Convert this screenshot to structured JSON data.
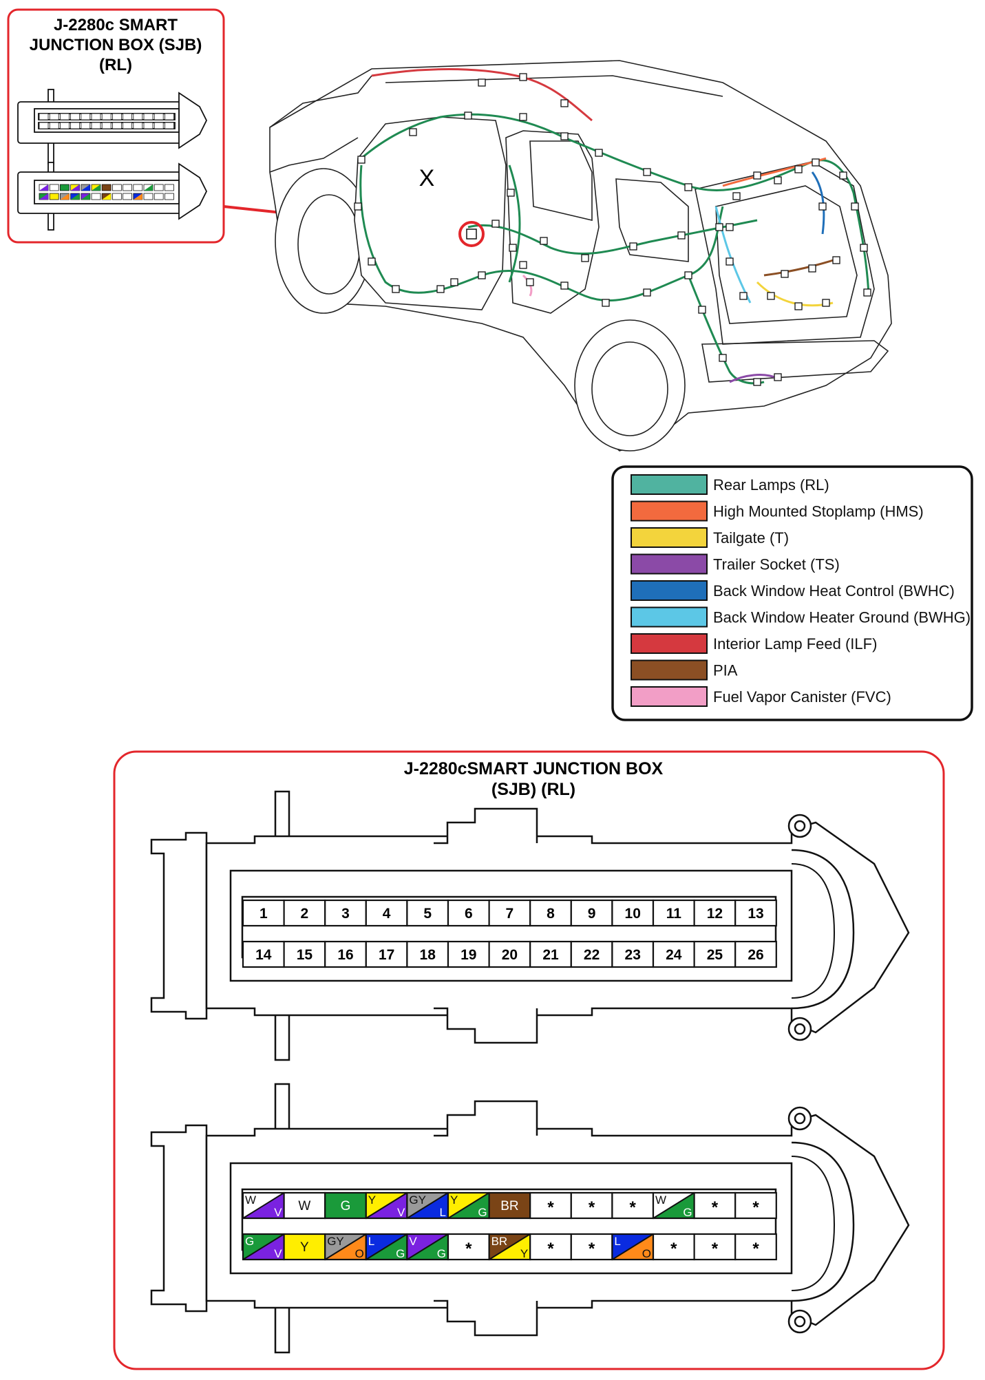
{
  "inset": {
    "title_lines": [
      "J-2280c SMART",
      "JUNCTION BOX (SJB)",
      "(RL)"
    ]
  },
  "vehicle": {
    "location_marker": "X"
  },
  "legend": {
    "items": [
      {
        "label": "Rear Lamps (RL)",
        "color": "#50b3a0"
      },
      {
        "label": "High Mounted Stoplamp (HMS)",
        "color": "#f26a3e"
      },
      {
        "label": "Tailgate (T)",
        "color": "#f3d43c"
      },
      {
        "label": "Trailer Socket  (TS)",
        "color": "#8b4aa7"
      },
      {
        "label": "Back Window Heat Control (BWHC)",
        "color": "#1f6fb9"
      },
      {
        "label": "Back Window Heater Ground (BWHG)",
        "color": "#5cc7e6"
      },
      {
        "label": "Interior Lamp Feed (ILF)",
        "color": "#d5393f"
      },
      {
        "label": "PIA",
        "color": "#8b4f24"
      },
      {
        "label": "Fuel Vapor Canister (FVC)",
        "color": "#f29ec6"
      }
    ]
  },
  "connector_panel": {
    "title_lines": [
      "J-2280cSMART JUNCTION BOX",
      "(SJB) (RL)"
    ],
    "pins_row1": [
      "1",
      "2",
      "3",
      "4",
      "5",
      "6",
      "7",
      "8",
      "9",
      "10",
      "11",
      "12",
      "13"
    ],
    "pins_row2": [
      "14",
      "15",
      "16",
      "17",
      "18",
      "19",
      "20",
      "21",
      "22",
      "23",
      "24",
      "25",
      "26"
    ],
    "wire_colors": {
      "W": "#ffffff",
      "V": "#7a22e0",
      "G": "#1a9a3a",
      "Y": "#ffee00",
      "GY": "#9a9a9a",
      "L": "#0a2be0",
      "BR": "#7a4416",
      "O": "#ff8a1a"
    },
    "wires_row1": [
      {
        "a": "W",
        "b": "V"
      },
      {
        "a": "W"
      },
      {
        "a": "G"
      },
      {
        "a": "Y",
        "b": "V"
      },
      {
        "a": "GY",
        "b": "L"
      },
      {
        "a": "Y",
        "b": "G"
      },
      {
        "a": "BR"
      },
      {
        "a": "*"
      },
      {
        "a": "*"
      },
      {
        "a": "*"
      },
      {
        "a": "W",
        "b": "G"
      },
      {
        "a": "*"
      },
      {
        "a": "*"
      }
    ],
    "wires_row2": [
      {
        "a": "G",
        "b": "V"
      },
      {
        "a": "Y"
      },
      {
        "a": "GY",
        "b": "O"
      },
      {
        "a": "L",
        "b": "G"
      },
      {
        "a": "V",
        "b": "G"
      },
      {
        "a": "*"
      },
      {
        "a": "BR",
        "b": "Y"
      },
      {
        "a": "*"
      },
      {
        "a": "*"
      },
      {
        "a": "L",
        "b": "O"
      },
      {
        "a": "*"
      },
      {
        "a": "*"
      },
      {
        "a": "*"
      }
    ]
  },
  "accent_color": "#e3262b"
}
